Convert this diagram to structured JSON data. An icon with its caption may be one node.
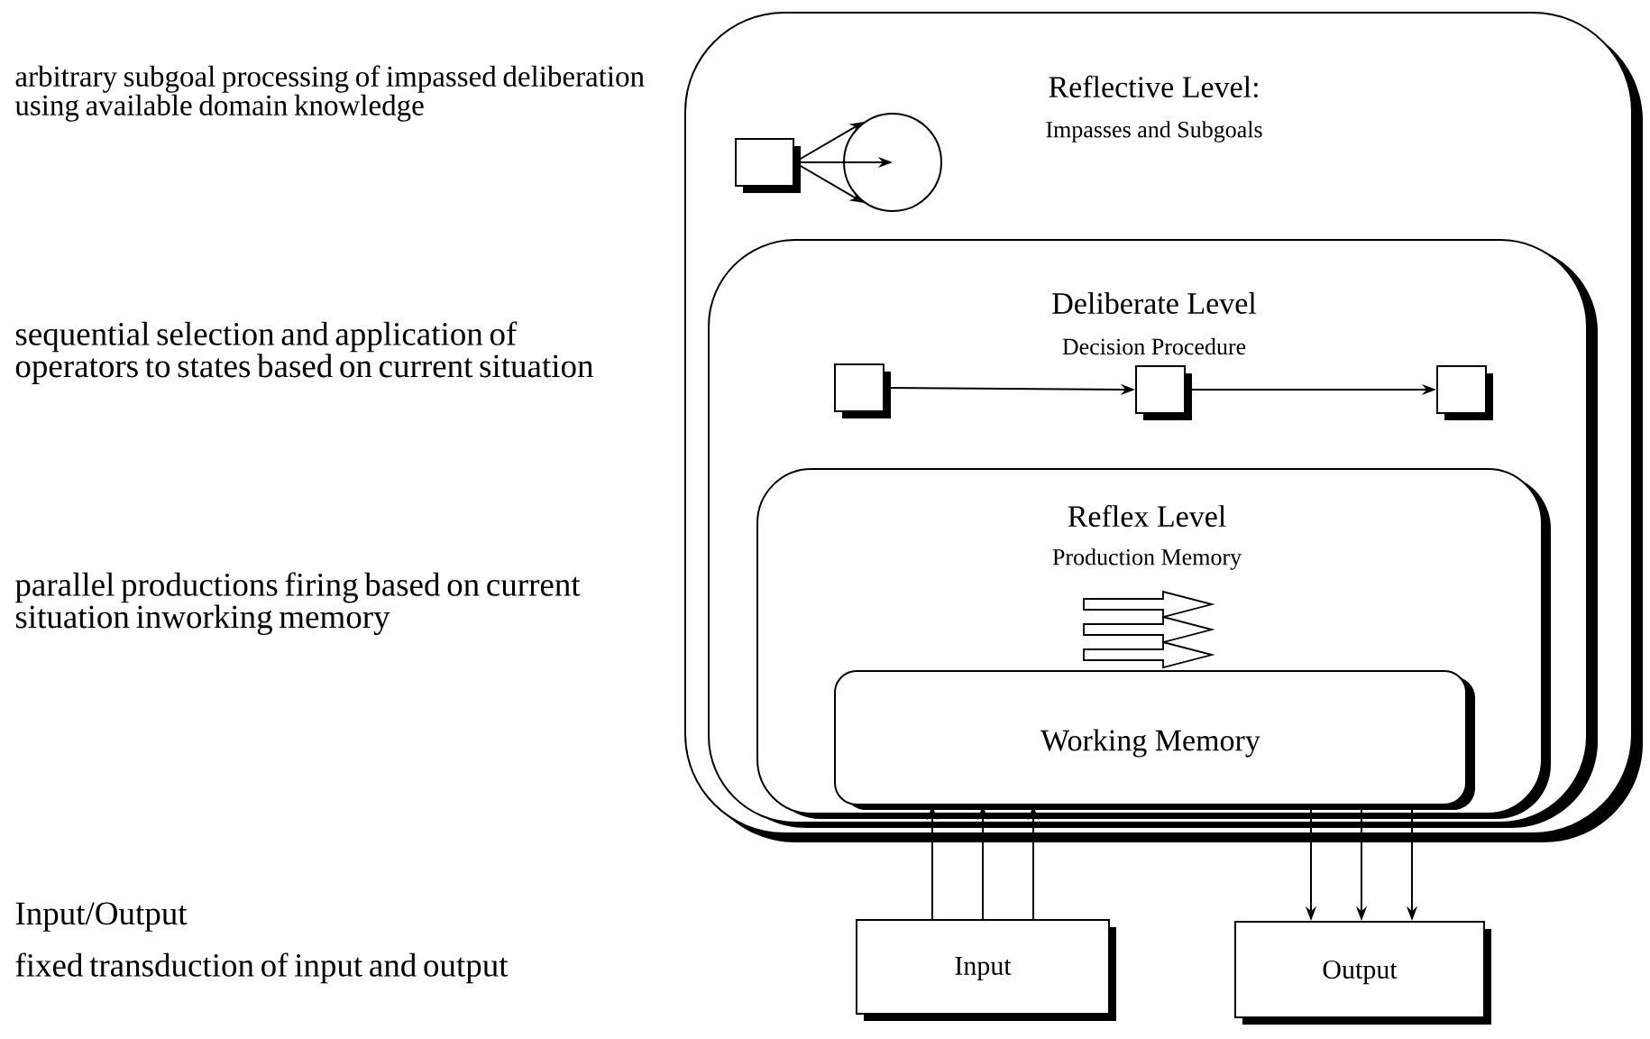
{
  "diagram": {
    "nodes": [
      {
        "text": [
          "Reflective Level:",
          "Impasses and Subgoals"
        ]
      },
      {
        "text": [
          "Deliberate Level",
          "Decision Procedure"
        ],
        "in": 0
      },
      {
        "text": [
          "Reflex Level",
          "Production Memory"
        ],
        "in": 1
      },
      {
        "text": [
          "Working Memory"
        ],
        "in": 2
      },
      {
        "text": [],
        "shape": "box",
        "in": 0
      },
      {
        "text": [],
        "shape": "circle",
        "in": 0
      },
      {
        "text": [],
        "shape": "box",
        "in": 1
      },
      {
        "text": [],
        "shape": "box",
        "in": 1
      },
      {
        "text": [],
        "shape": "box",
        "in": 1
      },
      {
        "text": [
          "Input"
        ]
      },
      {
        "text": [
          "Output"
        ]
      }
    ],
    "edges": [
      {
        "from": 4,
        "to": 5,
        "arrow": "to"
      },
      {
        "from": 4,
        "to": 5,
        "arrow": "to"
      },
      {
        "from": 4,
        "to": 5,
        "arrow": "to"
      },
      {
        "from": 6,
        "to": 7,
        "arrow": "to"
      },
      {
        "from": 7,
        "to": 8,
        "arrow": "to"
      },
      {
        "from": 9,
        "to": 3,
        "arrow": "to"
      },
      {
        "from": 9,
        "to": 3,
        "arrow": "to"
      },
      {
        "from": 9,
        "to": 3,
        "arrow": "to"
      },
      {
        "from": 3,
        "to": 10,
        "arrow": "to"
      },
      {
        "from": 3,
        "to": 10,
        "arrow": "to"
      },
      {
        "from": 3,
        "to": 10,
        "arrow": "to"
      }
    ],
    "labels": [
      "arbitrary subgoal processing of impassed deliberation using available domain knowledge",
      "sequential selection and application of operators to states based on current situation",
      "parallel productions firing based on current situation inworking memory",
      "Input/Output",
      "fixed transduction of input and output"
    ]
  }
}
